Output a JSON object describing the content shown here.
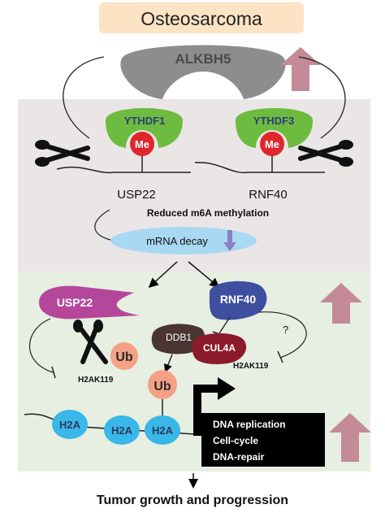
{
  "title": "Osteosarcoma",
  "eraser": "ALKBH5",
  "readers": {
    "left": "YTHDF1",
    "right": "YTHDF3"
  },
  "methyl_mark": "Me",
  "transcripts": {
    "left": "USP22",
    "right": "RNF40"
  },
  "reduced_label": "Reduced m6A methylation",
  "decay_label": "mRNA decay",
  "proteins": {
    "usp22": "USP22",
    "rnf40": "RNF40",
    "ddb1": "DDB1",
    "cul4a": "CUL4A"
  },
  "question_mark": "?",
  "ub_label": "Ub",
  "h2ak119_left": "H2AK119",
  "h2ak119_right": "H2AK119",
  "histones": [
    "H2A",
    "H2A",
    "H2A"
  ],
  "outcomes": [
    "DNA replication",
    "Cell-cycle",
    "DNA-repair"
  ],
  "final_label": "Tumor growth and progression",
  "colors": {
    "title_box": "#fbe3c4",
    "grey_panel": "#e9e6e5",
    "green_panel": "#e6efe1",
    "reader_green": "#6dbb3f",
    "me_red": "#e0262b",
    "alkbh5_grey": "#8d8d8d",
    "decay_blue": "#a9d8f2",
    "usp22_magenta": "#b5479a",
    "rnf40_blue": "#3d4f9e",
    "ddb1_brown": "#4a3532",
    "cul4a_maroon": "#8b1a2b",
    "ub_salmon": "#f5a185",
    "h2a_cyan": "#39b7e8",
    "up_arrow": "#c48a98",
    "outcome_box": "#000000"
  }
}
